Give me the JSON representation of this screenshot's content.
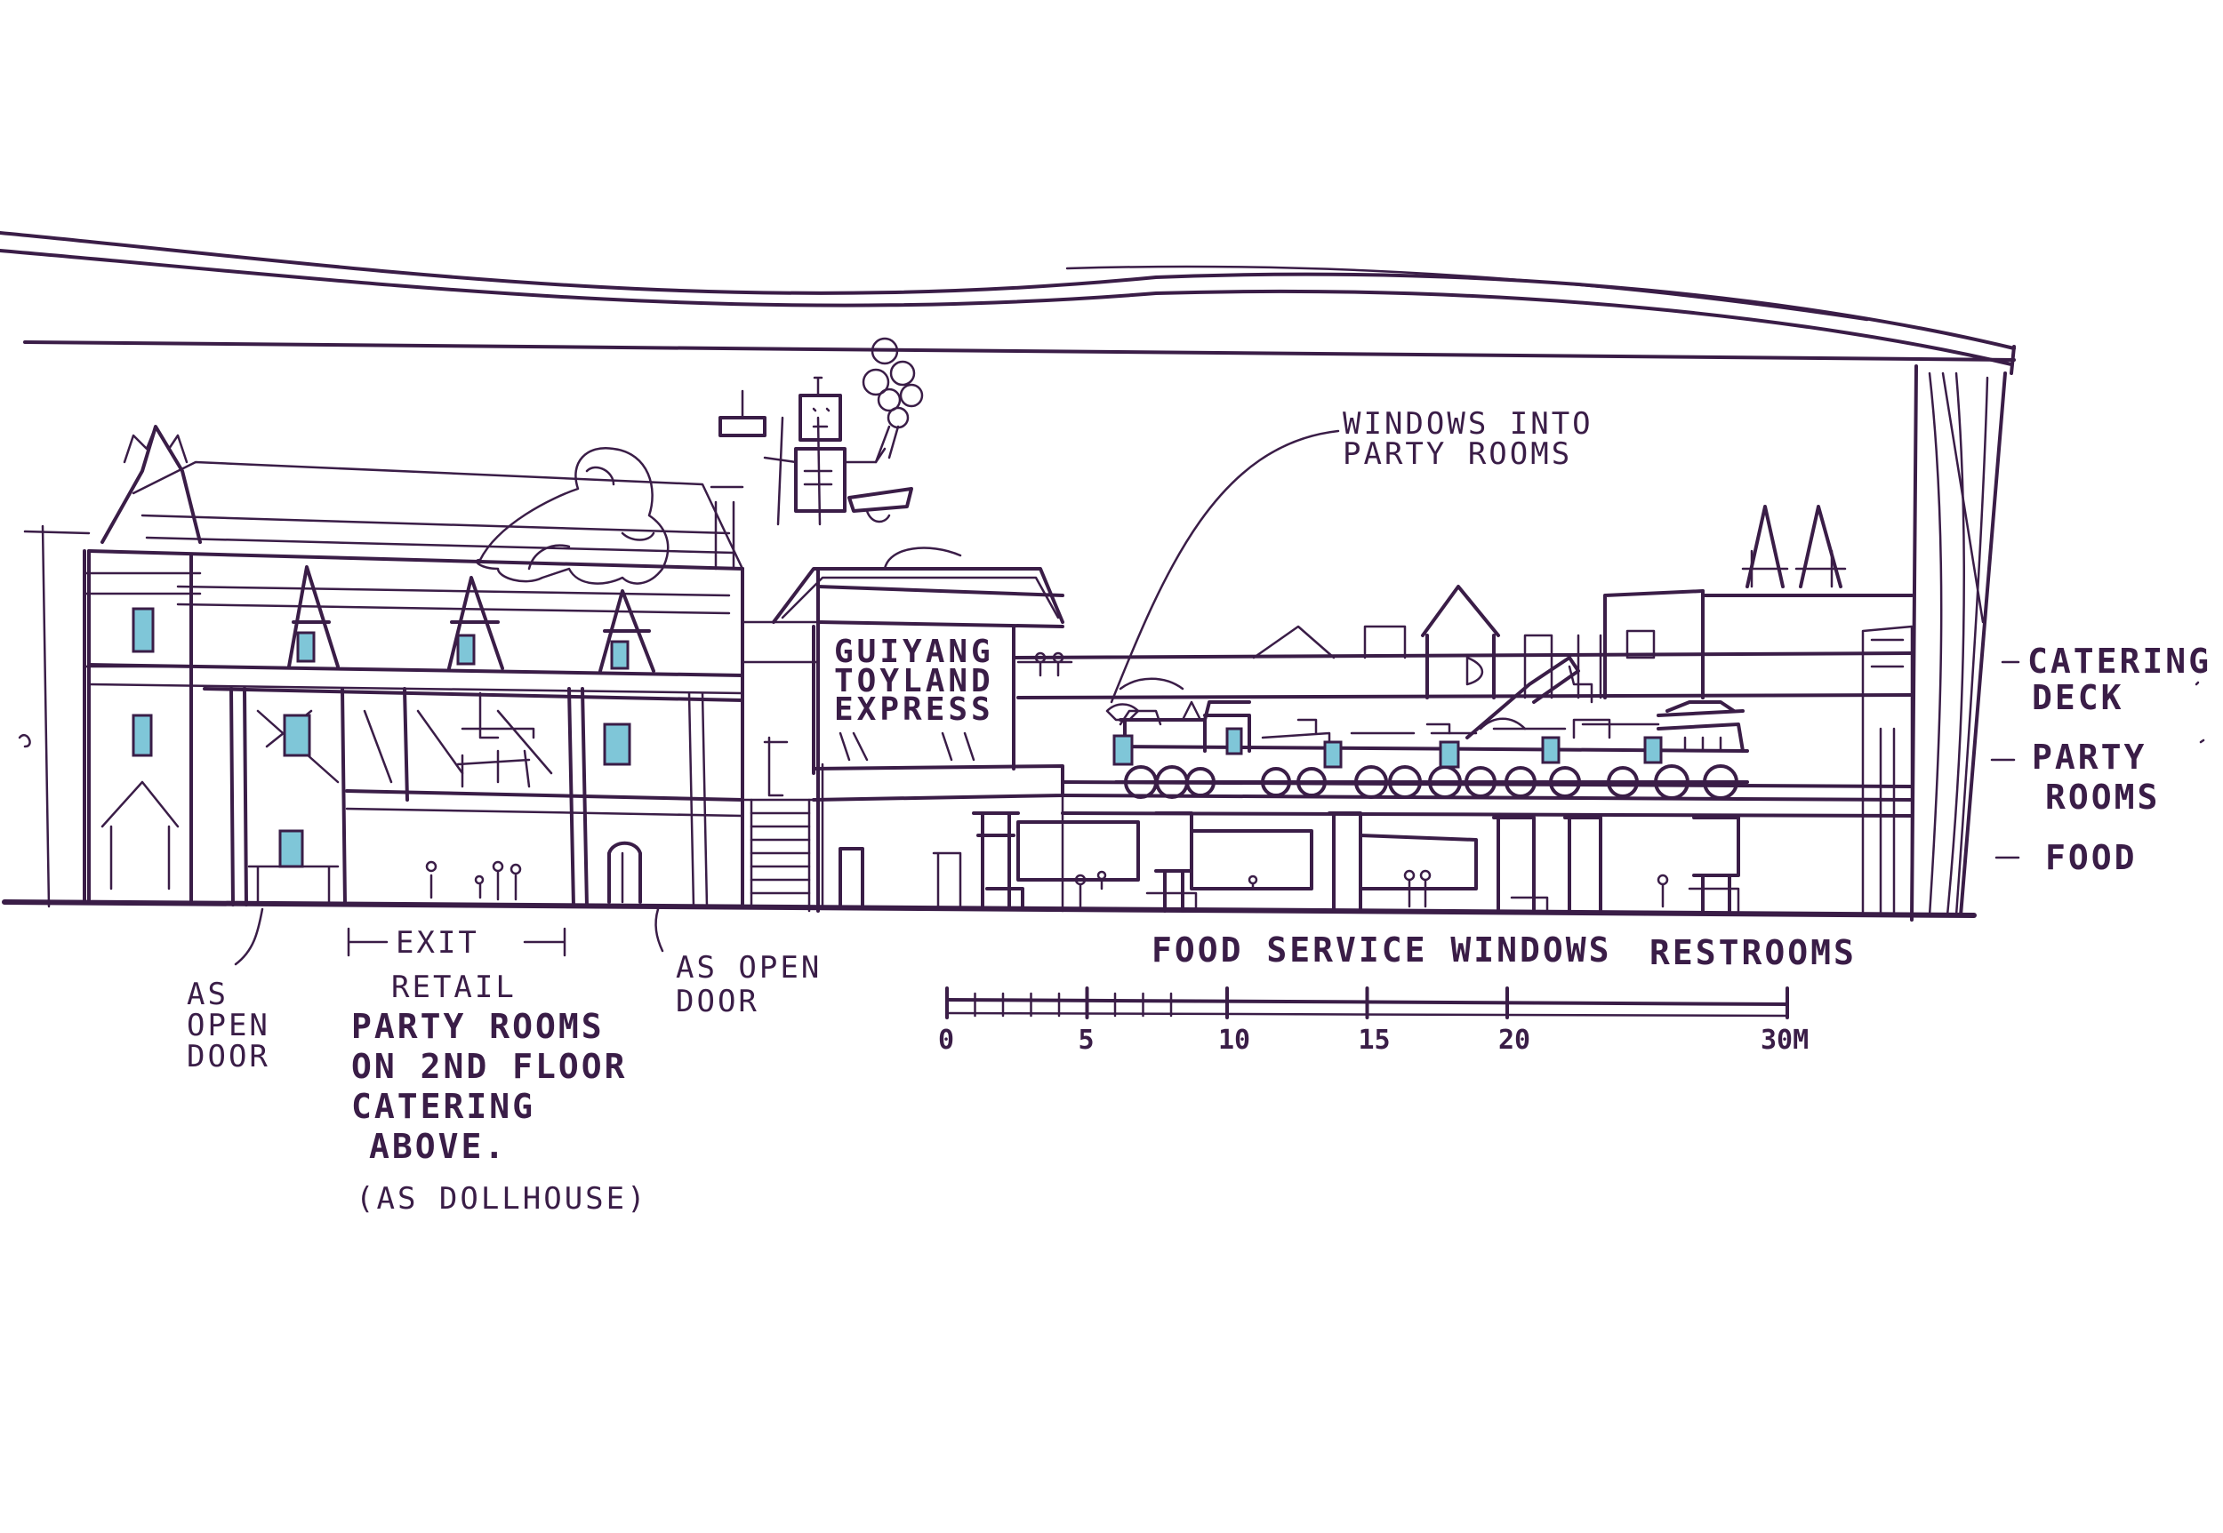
{
  "colors": {
    "ink": "#3a1d47",
    "window_glass": "#7fc6d8",
    "paper": "#ffffff"
  },
  "sign": {
    "line1": "GUIYANG",
    "line2": "TOYLAND",
    "line3": "EXPRESS"
  },
  "callouts": {
    "windows_into_party_rooms": {
      "line1": "WINDOWS INTO",
      "line2": "PARTY ROOMS"
    }
  },
  "side_levels": [
    {
      "label_line1": "CATERING",
      "label_line2": "DECK"
    },
    {
      "label_line1": "PARTY",
      "label_line2": "ROOMS"
    },
    {
      "label_line1": "FOOD",
      "label_line2": ""
    }
  ],
  "bottom_notes": {
    "open_door_left": {
      "line1": "AS",
      "line2": "OPEN",
      "line3": "DOOR"
    },
    "exit": "EXIT",
    "dollhouse_program": {
      "line1": "RETAIL",
      "line2": "PARTY ROOMS",
      "line3": "ON 2ND FLOOR",
      "line4": "CATERING",
      "line5": "ABOVE.",
      "line6": "(AS DOLLHOUSE)"
    },
    "open_door_right": {
      "line1": "AS OPEN",
      "line2": "DOOR"
    },
    "food_service": "FOOD SERVICE WINDOWS",
    "restrooms": "RESTROOMS"
  },
  "scale_bar": {
    "unit_suffix": "M",
    "ticks": [
      {
        "value": 0,
        "label": "0"
      },
      {
        "value": 5,
        "label": "5"
      },
      {
        "value": 10,
        "label": "10"
      },
      {
        "value": 15,
        "label": "15"
      },
      {
        "value": 20,
        "label": "20"
      },
      {
        "value": 30,
        "label": "30M"
      }
    ]
  }
}
